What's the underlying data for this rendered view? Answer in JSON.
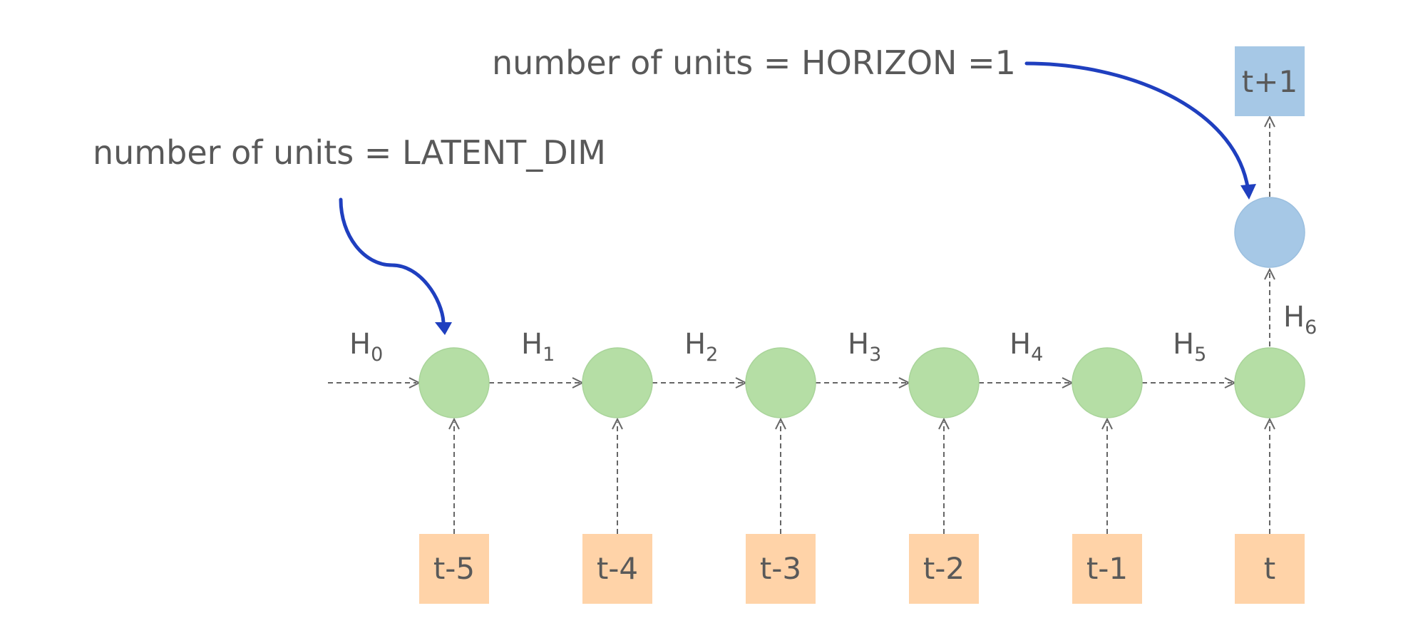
{
  "annotations": {
    "latent": "number of units = LATENT_DIM",
    "horizon": "number of units = HORIZON =1"
  },
  "inputs": [
    "t-5",
    "t-4",
    "t-3",
    "t-2",
    "t-1",
    "t"
  ],
  "output": "t+1",
  "hidden_states": [
    {
      "base": "H",
      "sub": "0"
    },
    {
      "base": "H",
      "sub": "1"
    },
    {
      "base": "H",
      "sub": "2"
    },
    {
      "base": "H",
      "sub": "3"
    },
    {
      "base": "H",
      "sub": "4"
    },
    {
      "base": "H",
      "sub": "5"
    },
    {
      "base": "H",
      "sub": "6"
    }
  ],
  "colors": {
    "rnn_node": "#b5dea5",
    "output_node": "#a6c8e6",
    "input_box": "#ffd3a8",
    "annotation_arrow": "#1f3fbf",
    "text": "#595959"
  }
}
